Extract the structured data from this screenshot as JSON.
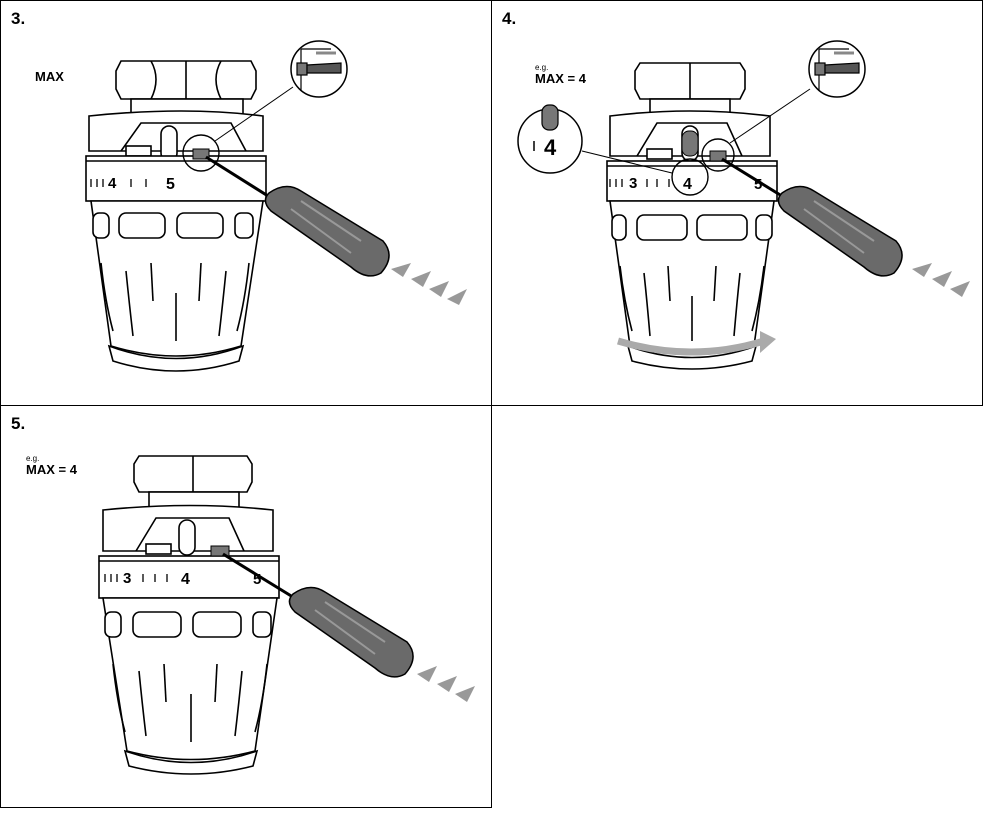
{
  "panels": [
    {
      "step": "3.",
      "label": "MAX",
      "dial_left": "4",
      "dial_mid": "5"
    },
    {
      "step": "4.",
      "eg": "e.g.",
      "label": "MAX = 4",
      "dial_left": "3",
      "dial_mid": "4",
      "dial_right": "5",
      "zoom_value": "4"
    },
    {
      "step": "5.",
      "eg": "e.g.",
      "label": "MAX = 4",
      "dial_left": "3",
      "dial_mid": "4",
      "dial_right": "5"
    }
  ]
}
